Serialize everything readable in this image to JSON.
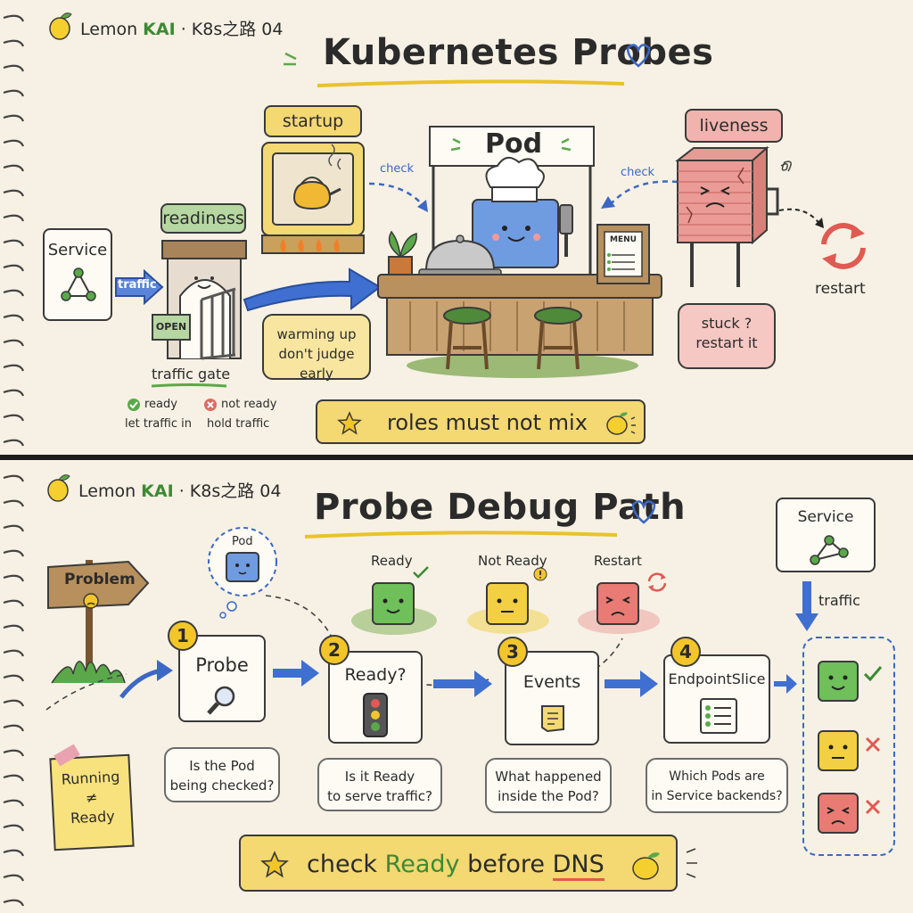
{
  "brand": {
    "name": "Lemon",
    "accent": "KAI",
    "series": "· K8s之路 04"
  },
  "top": {
    "title": "Kubernetes Probes",
    "service": "Service",
    "traffic": "traffic",
    "readiness": "readiness",
    "open_sign": "OPEN",
    "traffic_gate": "traffic gate",
    "ready": "ready",
    "let_in": "let traffic in",
    "not_ready": "not ready",
    "hold": "hold traffic",
    "startup": "startup",
    "warming_line1": "warming up",
    "warming_line2": "don't judge early",
    "check_left": "check",
    "pod": "Pod",
    "menu": "MENU",
    "check_right": "check",
    "liveness": "liveness",
    "restart": "restart",
    "stuck_line1": "stuck ?",
    "stuck_line2": "restart it",
    "banner": "roles must not mix"
  },
  "bottom": {
    "title": "Probe Debug Path",
    "problem": "Problem",
    "pod_bubble": "Pod",
    "steps": [
      {
        "num": "1",
        "label": "Probe",
        "q1": "Is the Pod",
        "q2": "being checked?"
      },
      {
        "num": "2",
        "label": "Ready?",
        "q1": "Is it Ready",
        "q2": "to serve traffic?"
      },
      {
        "num": "3",
        "label": "Events",
        "q1": "What happened",
        "q2": "inside the Pod?"
      },
      {
        "num": "4",
        "label": "EndpointSlice",
        "q1": "Which Pods are",
        "q2": "in Service backends?"
      }
    ],
    "states": {
      "ready": "Ready",
      "not_ready": "Not Ready",
      "restart": "Restart"
    },
    "service": "Service",
    "traffic": "traffic",
    "sticky_line1": "Running",
    "sticky_line2": "≠",
    "sticky_line3": "Ready",
    "banner_part1": "check",
    "banner_part2": "Ready",
    "banner_part3": "before",
    "banner_part4": "DNS"
  },
  "colors": {
    "green": "#5aa84a",
    "yellow": "#f2c52b",
    "red": "#e77b76",
    "blue": "#3c67c4",
    "paper": "#f6f1e4"
  }
}
